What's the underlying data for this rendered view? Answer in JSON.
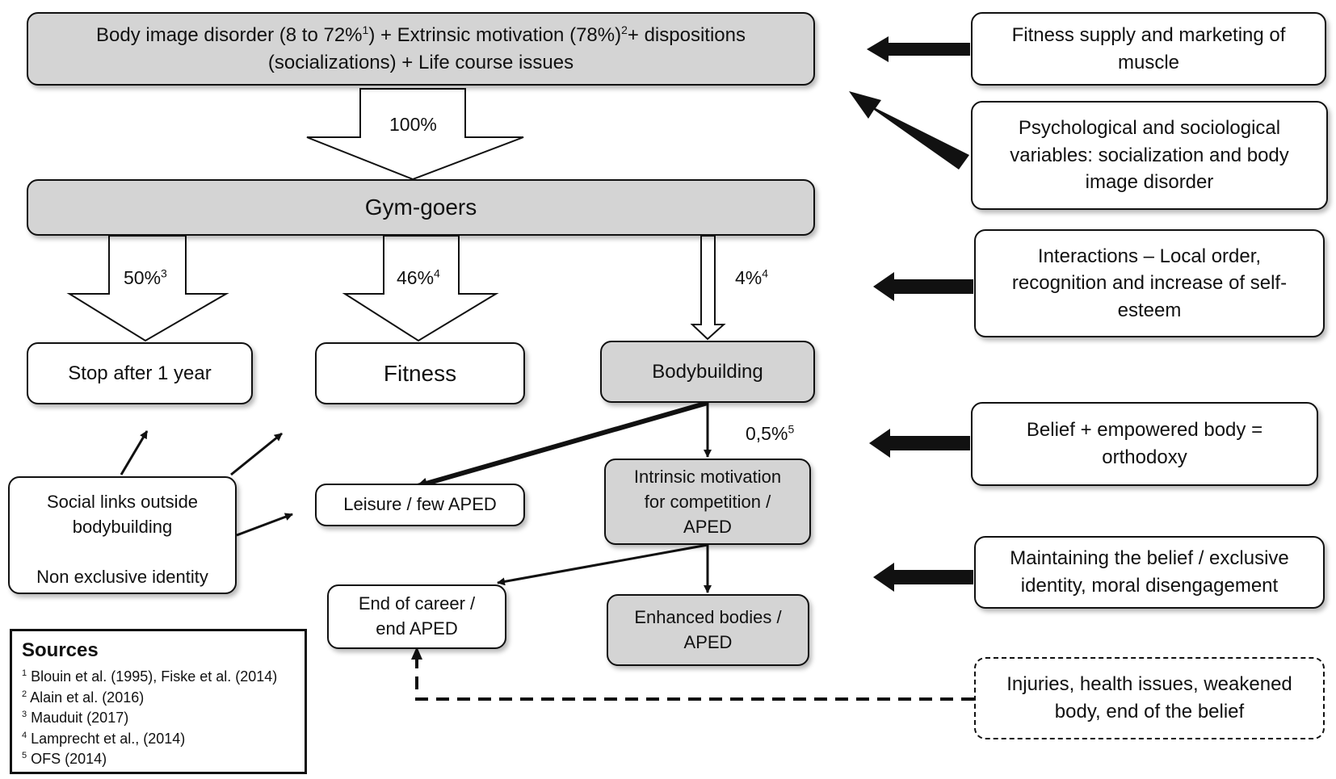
{
  "top_box": {
    "line1_a": "Body image disorder (8 to 72%",
    "line1_sup1": "1",
    "line1_b": ") + Extrinsic motivation (78%)",
    "line1_sup2": "2",
    "line1_c": "+ dispositions",
    "line2": "(socializations) + Life course issues"
  },
  "gym_goers": {
    "label": "Gym-goers"
  },
  "flows": {
    "to_gym": {
      "label": "100%"
    },
    "stop": {
      "label": "50%",
      "sup": "3"
    },
    "fitness": {
      "label": "46%",
      "sup": "4"
    },
    "bodybuilding": {
      "label": "4%",
      "sup": "4"
    },
    "competition": {
      "label": "0,5%",
      "sup": "5"
    }
  },
  "outcomes": {
    "stop": "Stop after 1 year",
    "fitness": "Fitness",
    "bodybuilding": "Bodybuilding",
    "leisure": "Leisure / few APED",
    "intrinsic_line1": "Intrinsic motivation",
    "intrinsic_line2": "for competition /",
    "intrinsic_line3": "APED",
    "end_career_line1": "End of career /",
    "end_career_line2": "end APED",
    "enhanced_line1": "Enhanced bodies /",
    "enhanced_line2": "APED"
  },
  "social_box": {
    "line1": "Social links outside",
    "line2": "bodybuilding",
    "line3": "Non exclusive identity"
  },
  "factors": [
    {
      "line1": "Fitness supply and marketing of",
      "line2": "muscle"
    },
    {
      "line1": "Psychological and sociological",
      "line2": "variables: socialization and body",
      "line3": "image disorder"
    },
    {
      "line1": "Interactions – Local order,",
      "line2": "recognition and increase of self-",
      "line3": "esteem"
    },
    {
      "line1": "Belief + empowered body =",
      "line2": "orthodoxy"
    },
    {
      "line1": "Maintaining the belief / exclusive",
      "line2": "identity, moral disengagement"
    },
    {
      "line1": "Injuries, health issues, weakened",
      "line2": "body, end of the belief"
    }
  ],
  "sources": {
    "title": "Sources",
    "items": [
      {
        "sup": "1",
        "text": "Blouin et al. (1995), Fiske et al. (2014)"
      },
      {
        "sup": "2",
        "text": "Alain et al. (2016)"
      },
      {
        "sup": "3",
        "text": "Mauduit (2017)"
      },
      {
        "sup": "4",
        "text": "Lamprecht et al., (2014)"
      },
      {
        "sup": "5",
        "text": "OFS (2014)"
      }
    ]
  },
  "colors": {
    "grey_box": "#d4d4d4",
    "stroke": "#111111",
    "white": "#ffffff"
  }
}
